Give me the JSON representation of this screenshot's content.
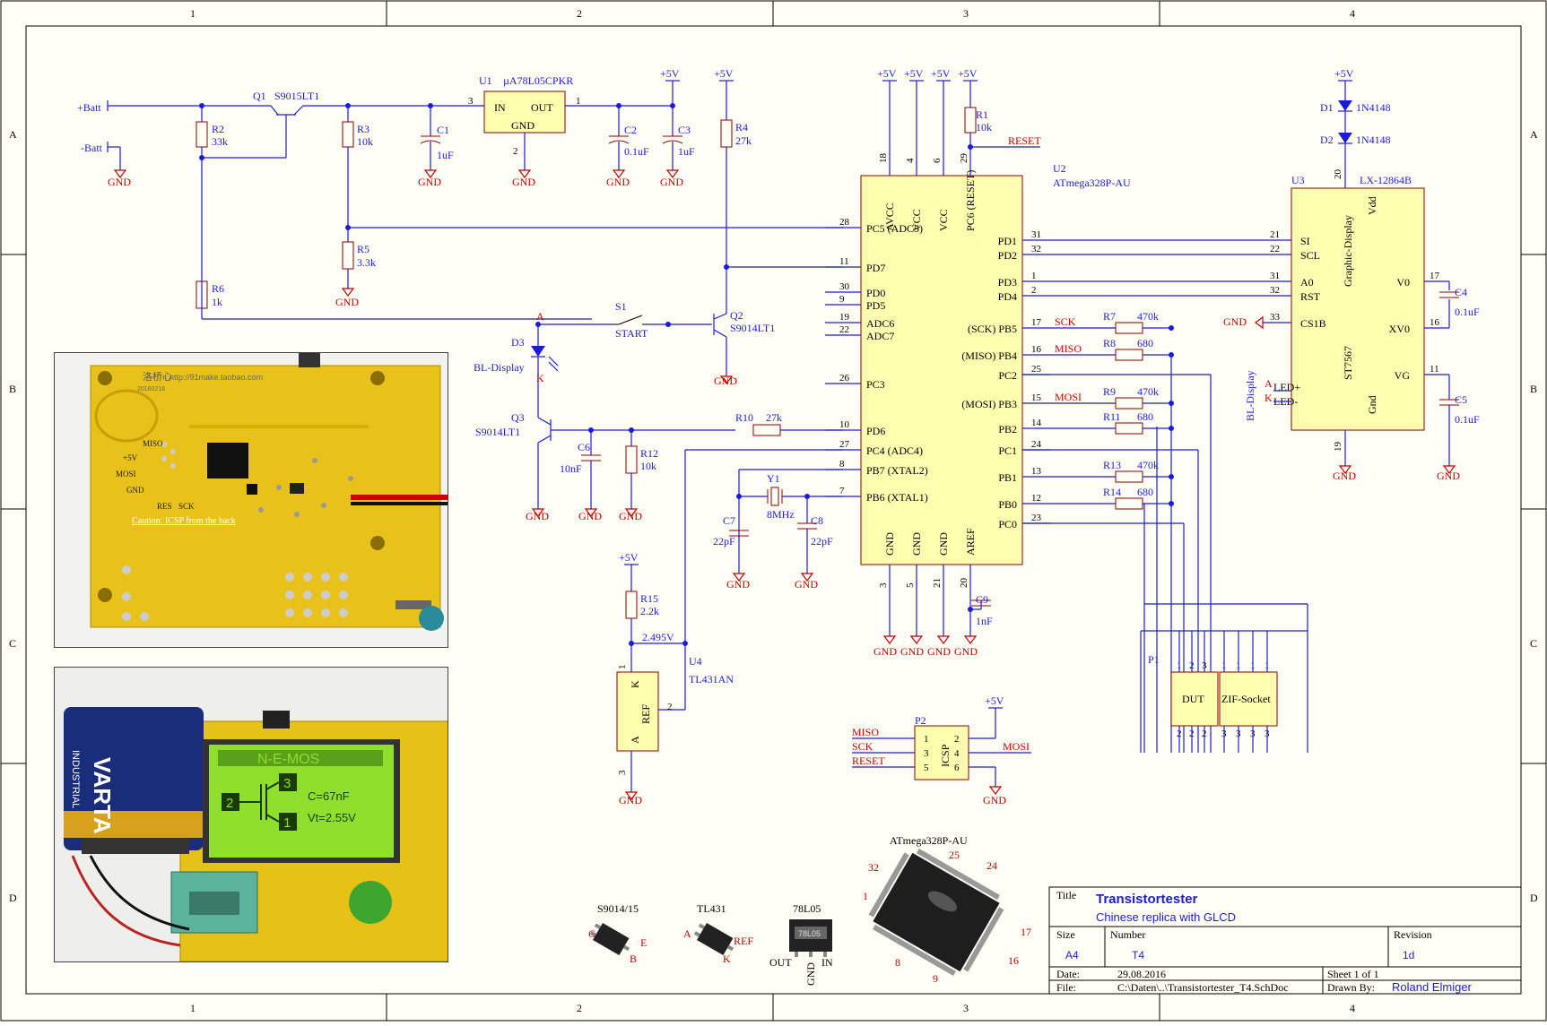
{
  "frame": {
    "columns": [
      "1",
      "2",
      "3",
      "4"
    ],
    "rows": [
      "A",
      "B",
      "C",
      "D"
    ]
  },
  "power": {
    "batt_plus": "+Batt",
    "batt_minus": "-Batt",
    "vcc": "+5V",
    "gnd": "GND"
  },
  "components": {
    "q1": {
      "ref": "Q1",
      "value": "S9015LT1"
    },
    "u1": {
      "ref": "U1",
      "value": "µA78L05CPKR",
      "in": "IN",
      "out": "OUT",
      "gnd": "GND",
      "pin_in": "3",
      "pin_out": "1",
      "pin_gnd": "2"
    },
    "r1": {
      "ref": "R1",
      "value": "10k"
    },
    "r2": {
      "ref": "R2",
      "value": "33k"
    },
    "r3": {
      "ref": "R3",
      "value": "10k"
    },
    "r4": {
      "ref": "R4",
      "value": "27k"
    },
    "r5": {
      "ref": "R5",
      "value": "3.3k"
    },
    "r6": {
      "ref": "R6",
      "value": "1k"
    },
    "r7": {
      "ref": "R7",
      "value": "470k"
    },
    "r8": {
      "ref": "R8",
      "value": "680"
    },
    "r9": {
      "ref": "R9",
      "value": "470k"
    },
    "r10": {
      "ref": "R10",
      "value": "27k"
    },
    "r11": {
      "ref": "R11",
      "value": "680"
    },
    "r12": {
      "ref": "R12",
      "value": "10k"
    },
    "r13": {
      "ref": "R13",
      "value": "470k"
    },
    "r14": {
      "ref": "R14",
      "value": "680"
    },
    "r15": {
      "ref": "R15",
      "value": "2.2k"
    },
    "c1": {
      "ref": "C1",
      "value": "1uF"
    },
    "c2": {
      "ref": "C2",
      "value": "0.1uF"
    },
    "c3": {
      "ref": "C3",
      "value": "1uF"
    },
    "c4": {
      "ref": "C4",
      "value": "0.1uF"
    },
    "c5": {
      "ref": "C5",
      "value": "0.1uF"
    },
    "c6": {
      "ref": "C6",
      "value": "10nF"
    },
    "c7": {
      "ref": "C7",
      "value": "22pF"
    },
    "c8": {
      "ref": "C8",
      "value": "22pF"
    },
    "c9": {
      "ref": "C9",
      "value": "1nF"
    },
    "d1": {
      "ref": "D1",
      "value": "1N4148"
    },
    "d2": {
      "ref": "D2",
      "value": "1N4148"
    },
    "d3": {
      "ref": "D3",
      "value": "BL-Display",
      "a": "A",
      "k": "K"
    },
    "s1": {
      "ref": "S1",
      "value": "START"
    },
    "q2": {
      "ref": "Q2",
      "value": "S9014LT1"
    },
    "q3": {
      "ref": "Q3",
      "value": "S9014LT1"
    },
    "y1": {
      "ref": "Y1",
      "value": "8MHz"
    },
    "u4": {
      "ref": "U4",
      "value": "TL431AN",
      "k": "K",
      "a": "A",
      "ref_pin": "REF",
      "pin_k": "1",
      "pin_ref": "2",
      "pin_a": "3",
      "vref": "2.495V"
    },
    "p1": {
      "ref": "P1",
      "dut": "DUT",
      "zif": "ZIF-Socket",
      "pins_top": [
        "1",
        "2",
        "3",
        "1",
        "1",
        "1",
        "1"
      ],
      "pins_bottom": [
        "2",
        "2",
        "2",
        "3",
        "3",
        "3",
        "3"
      ]
    },
    "p2": {
      "ref": "P2",
      "label": "ICSP",
      "pins_left": [
        "1",
        "3",
        "5"
      ],
      "pins_right": [
        "2",
        "4",
        "6"
      ],
      "miso": "MISO",
      "sck": "SCK",
      "reset": "RESET",
      "mosi": "MOSI"
    }
  },
  "u2": {
    "ref": "U2",
    "value": "ATmega328P-AU",
    "top_pins": [
      {
        "num": "18",
        "name": "AVCC"
      },
      {
        "num": "4",
        "name": "VCC"
      },
      {
        "num": "6",
        "name": "VCC"
      },
      {
        "num": "29",
        "name": "PC6 (RESET)"
      }
    ],
    "left_pins": [
      {
        "num": "28",
        "name": "PC5 (ADC5)"
      },
      {
        "num": "11",
        "name": "PD7"
      },
      {
        "num": "30",
        "name": "PD0"
      },
      {
        "num": "9",
        "name": "PD5"
      },
      {
        "num": "19",
        "name": "ADC6"
      },
      {
        "num": "22",
        "name": "ADC7"
      },
      {
        "num": "26",
        "name": "PC3"
      },
      {
        "num": "10",
        "name": "PD6"
      },
      {
        "num": "27",
        "name": "PC4 (ADC4)"
      },
      {
        "num": "8",
        "name": "PB7 (XTAL2)"
      },
      {
        "num": "7",
        "name": "PB6 (XTAL1)"
      }
    ],
    "right_pins": [
      {
        "num": "31",
        "name": "PD1"
      },
      {
        "num": "32",
        "name": "PD2"
      },
      {
        "num": "1",
        "name": "PD3"
      },
      {
        "num": "2",
        "name": "PD4"
      },
      {
        "num": "17",
        "name": "(SCK) PB5"
      },
      {
        "num": "16",
        "name": "(MISO) PB4"
      },
      {
        "num": "25",
        "name": "PC2"
      },
      {
        "num": "15",
        "name": "(MOSI) PB3"
      },
      {
        "num": "14",
        "name": "PB2"
      },
      {
        "num": "24",
        "name": "PC1"
      },
      {
        "num": "13",
        "name": "PB1"
      },
      {
        "num": "12",
        "name": "PB0"
      },
      {
        "num": "23",
        "name": "PC0"
      }
    ],
    "bottom_pins": [
      {
        "num": "3",
        "name": "GND"
      },
      {
        "num": "5",
        "name": "GND"
      },
      {
        "num": "21",
        "name": "GND"
      },
      {
        "num": "20",
        "name": "AREF"
      }
    ],
    "reset_net": "RESET",
    "net_sck": "SCK",
    "net_miso": "MISO",
    "net_mosi": "MOSI"
  },
  "u3": {
    "ref": "U3",
    "value": "LX-12864B",
    "title": "Graphic-Display",
    "controller": "ST7567",
    "left_pins": [
      {
        "num": "21",
        "name": "SI"
      },
      {
        "num": "22",
        "name": "SCL"
      },
      {
        "num": "31",
        "name": "A0"
      },
      {
        "num": "32",
        "name": "RST"
      },
      {
        "num": "33",
        "name": "CS1B"
      }
    ],
    "right_pins": [
      {
        "num": "17",
        "name": "V0"
      },
      {
        "num": "16",
        "name": "XV0"
      },
      {
        "num": "11",
        "name": "VG"
      }
    ],
    "top_pin": {
      "num": "20",
      "name": "Vdd"
    },
    "bottom_pin": {
      "num": "19",
      "name": "Gnd"
    },
    "led_plus": "LED+",
    "led_minus": "LED-",
    "bl_label": "BL-Display",
    "a": "A",
    "k": "K"
  },
  "photos": {
    "pcb_url": "http://91make.taobao.com",
    "pcb_brand": "洛桥心",
    "pcb_date": "20160216",
    "pcb_miso": "MISO",
    "pcb_5v": "+5V",
    "pcb_mosi": "MOSI",
    "pcb_gnd": "GND",
    "pcb_res": "RES",
    "pcb_sck": "SCK",
    "pcb_caution": "Caution: ICSP from the back",
    "battery_brand": "VARTA",
    "battery_sub": "INDUSTRIAL",
    "lcd_title": "N-E-MOS",
    "lcd_pin2": "2",
    "lcd_pin3": "3",
    "lcd_pin1": "1",
    "lcd_cap": "C=67nF",
    "lcd_vt": "Vt=2.55V"
  },
  "packages": {
    "s9014": {
      "title": "S9014/15",
      "c": "C",
      "e": "E",
      "b": "B"
    },
    "tl431": {
      "title": "TL431",
      "a": "A",
      "ref": "REF",
      "k": "K"
    },
    "l78l05": {
      "title": "78L05",
      "marking": "78L05",
      "out": "OUT",
      "gnd": "GND",
      "in": "IN"
    },
    "atmega": {
      "title": "ATmega328P-AU",
      "pins": [
        "25",
        "24",
        "32",
        "1",
        "17",
        "8",
        "9",
        "16"
      ]
    }
  },
  "title_block": {
    "title_label": "Title",
    "title": "Transistortester",
    "subtitle": "Chinese replica with GLCD",
    "size_label": "Size",
    "size": "A4",
    "number_label": "Number",
    "number": "T4",
    "revision_label": "Revision",
    "revision": "1d",
    "date_label": "Date:",
    "date": "29.08.2016",
    "file_label": "File:",
    "file": "C:\\Daten\\..\\Transistortester_T4.SchDoc",
    "sheet": "Sheet 1 of 1",
    "drawn_label": "Drawn By:",
    "drawn_by": "Roland Elmiger"
  }
}
